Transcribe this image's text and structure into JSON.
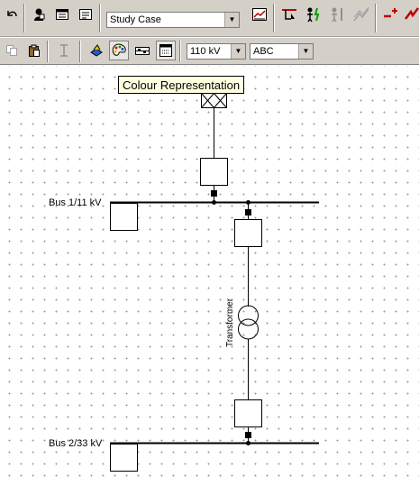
{
  "toolbar1": {
    "study_case_value": "Study Case"
  },
  "toolbar2": {
    "voltage_value": "110 kV",
    "phase_value": "ABC"
  },
  "tooltip": {
    "text": "Colour Representation"
  },
  "diagram": {
    "bus1_label": "Bus 1/11 kV",
    "bus2_label": "Bus 2/33 kV",
    "transformer_label": "Transformer"
  }
}
